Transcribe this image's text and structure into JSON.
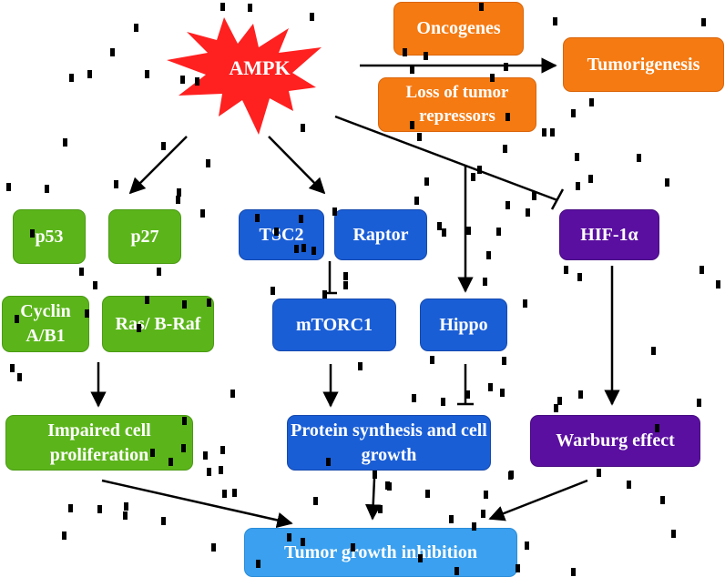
{
  "diagram": {
    "center": {
      "label": "AMPK"
    },
    "nodes": {
      "oncogenes": "Oncogenes",
      "loss_tumor_repressors": "Loss of tumor repressors",
      "tumorigenesis": "Tumorigenesis",
      "p53": "p53",
      "p27": "p27",
      "cyclin": "Cyclin A/B1",
      "ras_braf": "Ras/ B-Raf",
      "tsc2": "TSC2",
      "raptor": "Raptor",
      "mtorc1": "mTORC1",
      "hippo": "Hippo",
      "hif1a": "HIF-1α",
      "impaired": "Impaired cell proliferation",
      "protein": "Protein synthesis and cell growth",
      "warburg": "Warburg effect",
      "tumor_growth": "Tumor growth inhibition"
    },
    "colors": {
      "green": "#5bb51a",
      "blue": "#1a5ed6",
      "purple": "#5a0fa0",
      "orange": "#f57a12",
      "light_blue": "#3aa0ef",
      "ampk_star": "#ff2020",
      "edges": "#000000"
    }
  }
}
